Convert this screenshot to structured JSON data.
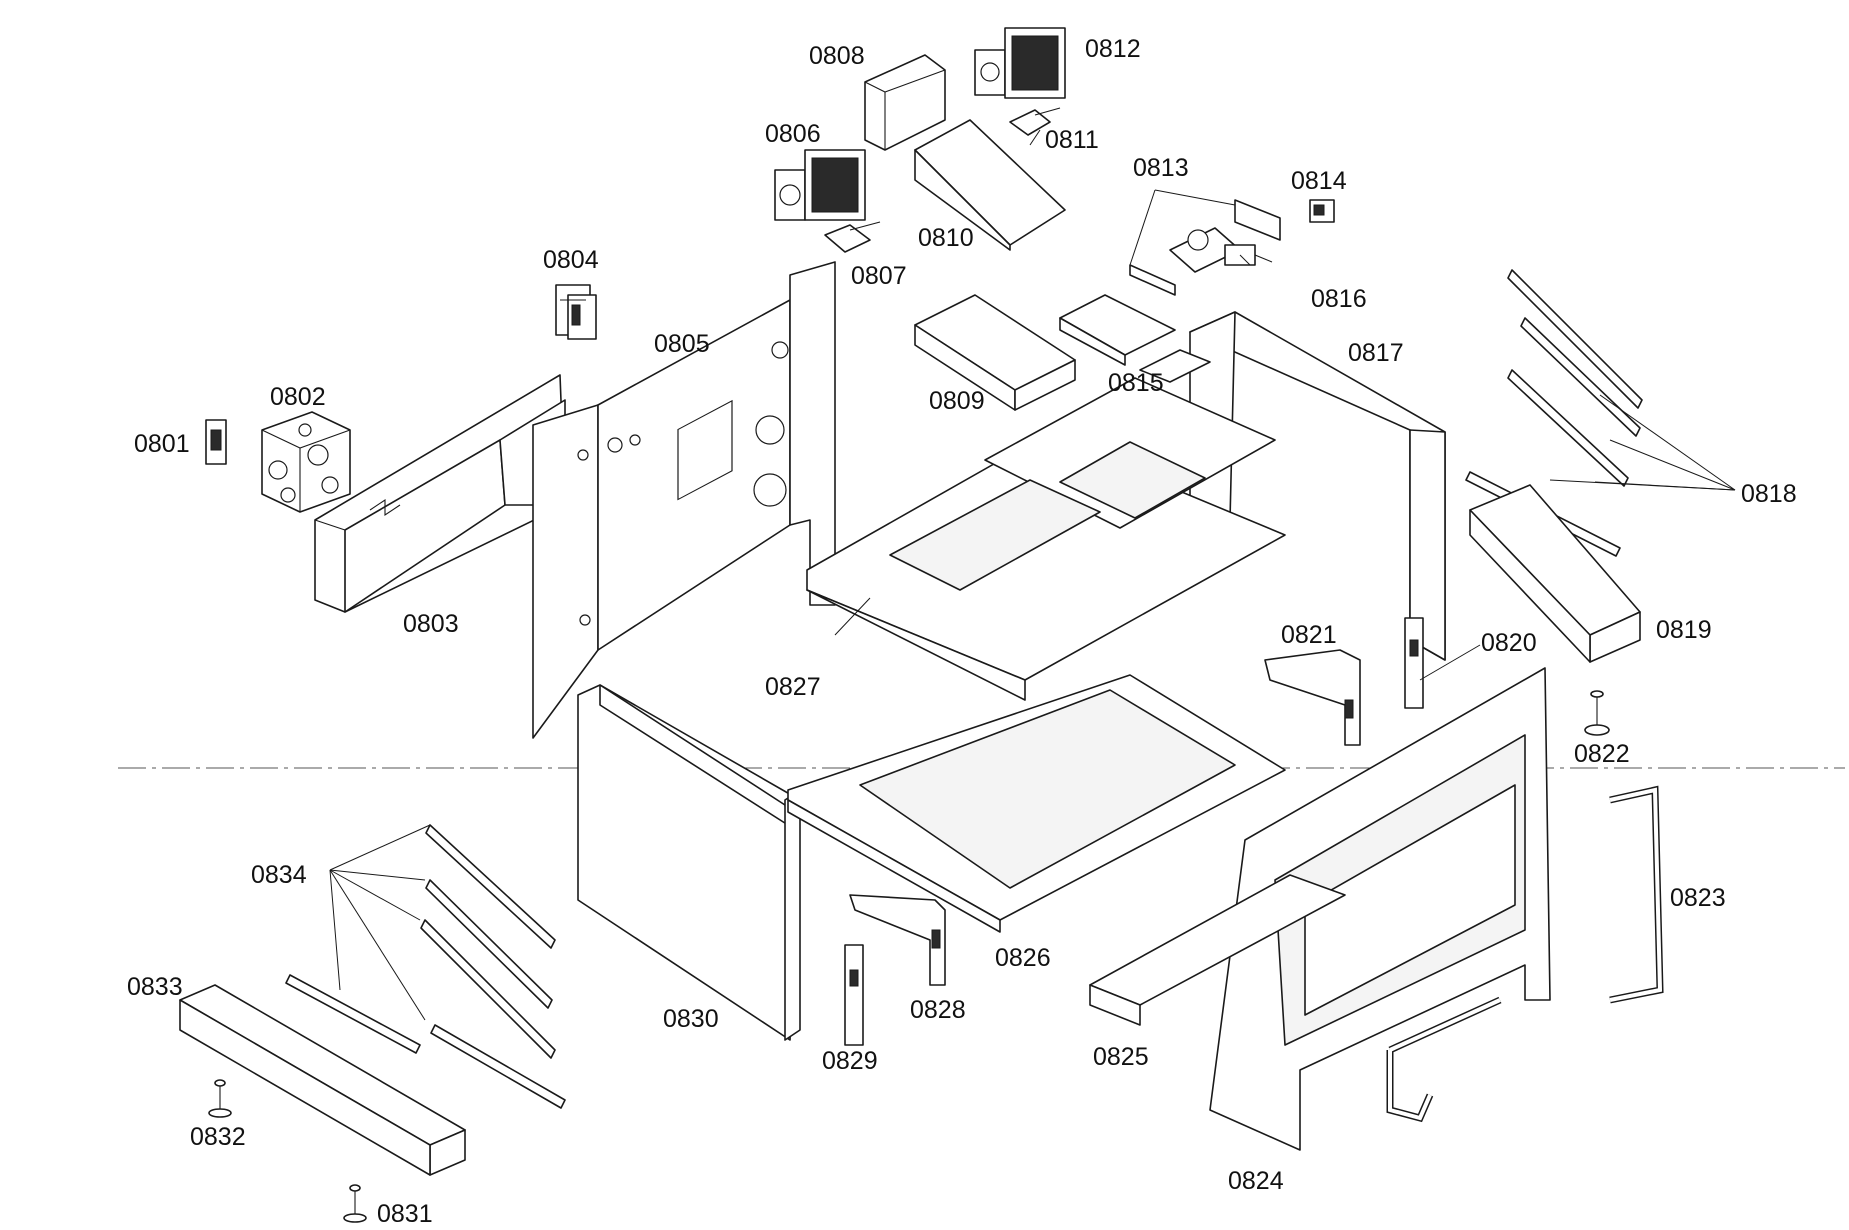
{
  "callouts": [
    "0801",
    "0802",
    "0803",
    "0804",
    "0805",
    "0806",
    "0807",
    "0808",
    "0809",
    "0810",
    "0811",
    "0812",
    "0813",
    "0814",
    "0815",
    "0816",
    "0817",
    "0818",
    "0819",
    "0820",
    "0821",
    "0822",
    "0823",
    "0824",
    "0825",
    "0826",
    "0827",
    "0828",
    "0829",
    "0830",
    "0831",
    "0832",
    "0833",
    "0834"
  ]
}
